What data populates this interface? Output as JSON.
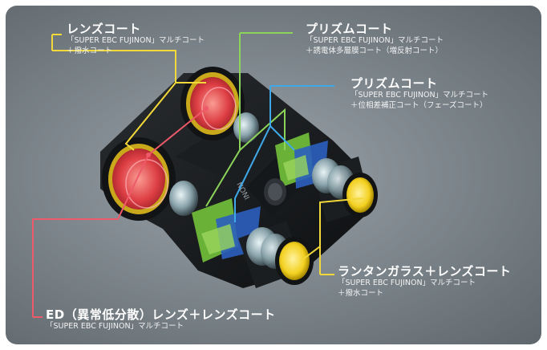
{
  "callouts": [
    {
      "id": "lens-coat",
      "title": "レンズコート",
      "lines": [
        "「SUPER EBC FUJINON」マルチコート",
        "＋撥水コート"
      ],
      "line_color": "#f3d83a"
    },
    {
      "id": "prism-coat-1",
      "title": "プリズムコート",
      "lines": [
        "「SUPER EBC FUJINON」マルチコート",
        "＋誘電体多層膜コート（増反射コート）"
      ],
      "line_color": "#8cd35a"
    },
    {
      "id": "prism-coat-2",
      "title": "プリズムコート",
      "lines": [
        "「SUPER EBC FUJINON」マルチコート",
        "＋位相差補正コート（フェーズコート）"
      ],
      "line_color": "#3ea8e8"
    },
    {
      "id": "lanthanum-glass",
      "title": "ランタンガラス＋レンズコート",
      "lines": [
        "「SUPER EBC FUJINON」マルチコート",
        "＋撥水コート"
      ],
      "line_color": "#f3d83a"
    },
    {
      "id": "ed-lens",
      "title": "ED（異常低分散）レンズ＋レンズコート",
      "lines": [
        "「SUPER EBC FUJINON」マルチコート"
      ],
      "line_color": "#ef5a6a"
    }
  ],
  "product": {
    "brand_mark": "NONI"
  }
}
